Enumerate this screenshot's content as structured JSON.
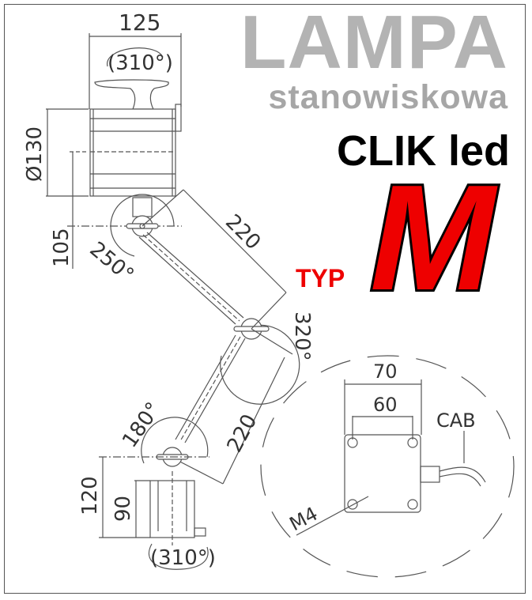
{
  "title": {
    "line1": "LAMPA",
    "line2": "stanowiskowa",
    "line3": "CLIK led",
    "type_label": "TYP",
    "type_value": "M"
  },
  "colors": {
    "title_gray": "#b3b3b3",
    "subtitle_gray": "#a6a6a6",
    "model_black": "#000000",
    "type_red": "#ee0000",
    "line_gray": "#555555"
  },
  "dimensions": {
    "head_width": "125",
    "head_rotation": "(310°)",
    "head_diameter": "Ø130",
    "head_joint_offset": "105",
    "joint1_angle": "250°",
    "arm1_length": "220",
    "joint2_angle": "320°",
    "arm2_length": "220",
    "joint3_angle": "180°",
    "base_joint_height": "120",
    "base_height": "90",
    "base_rotation": "(310°)"
  },
  "detail": {
    "outer_width": "70",
    "hole_spacing": "60",
    "cable_label": "CAB",
    "screw_label": "M4"
  }
}
